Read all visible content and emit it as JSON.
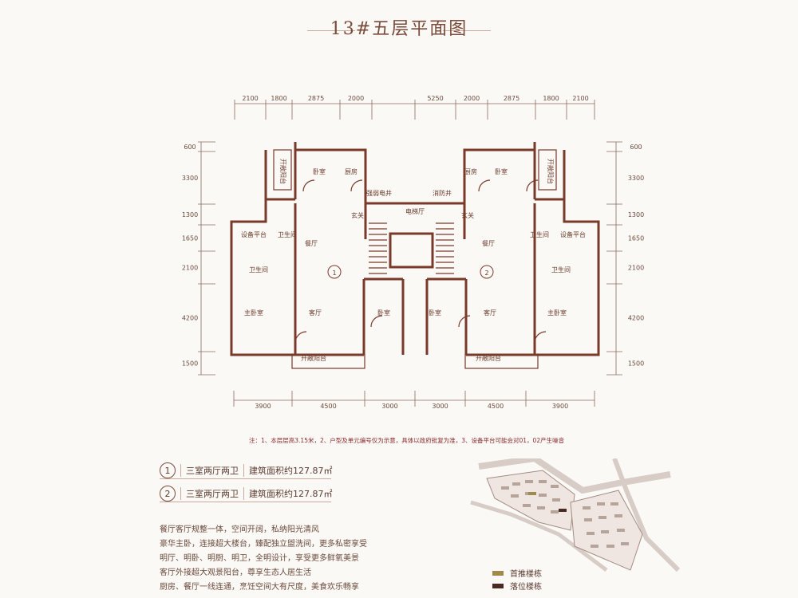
{
  "title": "13#五层平面图",
  "dims": {
    "top": [
      "2100",
      "1800",
      "2875",
      "2000",
      "5250",
      "2000",
      "2875",
      "1800",
      "2100"
    ],
    "bottom": [
      "3900",
      "4500",
      "3000",
      "3000",
      "4500",
      "3900"
    ],
    "left": [
      "600",
      "3300",
      "1300",
      "1650",
      "2100",
      "4200",
      "1500"
    ],
    "right": [
      "600",
      "3300",
      "1300",
      "1650",
      "2100",
      "4200",
      "1500"
    ]
  },
  "rooms": {
    "open_balcony": "开敞阳台",
    "bedroom": "卧室",
    "kitchen": "厨房",
    "shaft": "强弱电井",
    "fire_shaft": "消防井",
    "elevator_hall": "电梯厅",
    "entry": "玄关",
    "bath": "卫生间",
    "equip": "设备平台",
    "dining": "餐厅",
    "living": "客厅",
    "master": "主卧室"
  },
  "unit_marks": [
    "1",
    "2"
  ],
  "note": "注：1、本层层高3.15米，2、户型及单元编号仅为示意，具体以政府批复为准，3、设备平台可能会对01，02产生噪音",
  "units": [
    {
      "num": "1",
      "type": "三室两厅两卫",
      "area": "建筑面积约127.87㎡"
    },
    {
      "num": "2",
      "type": "三室两厅两卫",
      "area": "建筑面积约127.87㎡"
    }
  ],
  "features": [
    "餐厅客厅规整一体，空间开阔，私纳阳光清风",
    "豪华主卧，连接超大楼台，臻配独立盥洗间，更多私密享受",
    "明厅、明卧、明厨、明卫，全明设计，享受更多鲜氧美景",
    "客厅外接超大观景阳台，尊享生态人居生活",
    "厨房、餐厅一线连通，烹饪空间大有尺度，美食欢乐畅享"
  ],
  "legend": [
    {
      "label": "首推楼栋",
      "color": "#a08a4c"
    },
    {
      "label": "落位楼栋",
      "color": "#4a2a22"
    }
  ],
  "colors": {
    "wall": "#7a3a2a",
    "accent": "#6b4a3c"
  }
}
